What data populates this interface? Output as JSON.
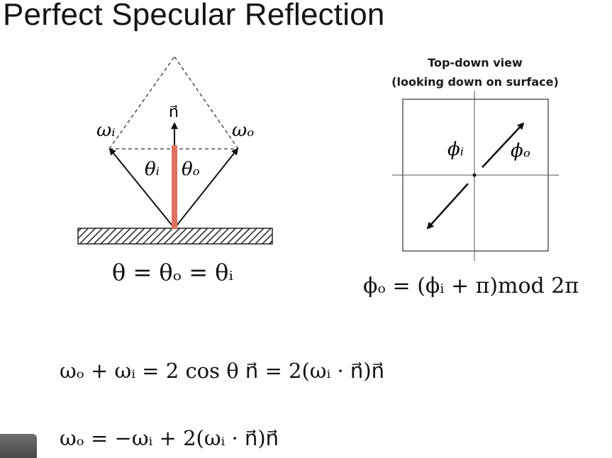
{
  "slide": {
    "title": "Perfect Specular Reflection"
  },
  "left_diagram": {
    "normal_label": "n⃗",
    "omega_i_label": "ωᵢ",
    "omega_o_label": "ωₒ",
    "theta_i_label": "θᵢ",
    "theta_o_label": "θₒ",
    "equation": "θ = θₒ = θᵢ"
  },
  "right_diagram": {
    "caption_line1": "Top-down view",
    "caption_line2": "(looking down on surface)",
    "phi_i_label": "ϕᵢ",
    "phi_o_label": "ϕₒ",
    "equation": "ϕₒ = (ϕᵢ + π)mod 2π"
  },
  "equations": {
    "sum": "ωₒ + ωᵢ = 2 cos θ n⃗ = 2(ωᵢ · n⃗)n⃗",
    "reflect": "ωₒ = −ωᵢ + 2(ωᵢ · n⃗)n⃗"
  },
  "colors": {
    "normal_highlight": "#e07060",
    "ink": "#111111"
  }
}
